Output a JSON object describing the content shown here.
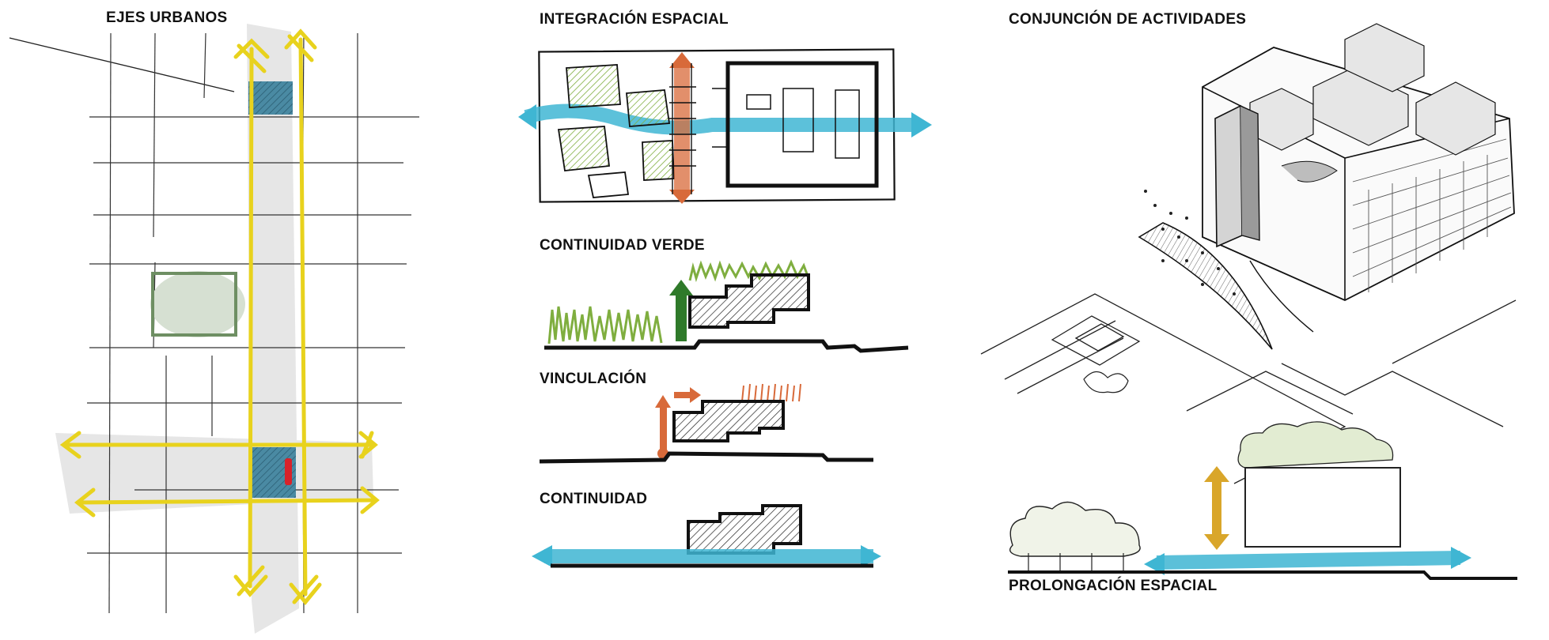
{
  "labels": {
    "ejes_urbanos": "EJES URBANOS",
    "integracion_espacial": "INTEGRACIÓN ESPACIAL",
    "continuidad_verde": "CONTINUIDAD VERDE",
    "vinculacion": "VINCULACIÓN",
    "continuidad": "CONTINUIDAD",
    "conjuncion_actividades": "CONJUNCIÓN DE ACTIVIDADES",
    "prolongacion_espacial": "PROLONGACIÓN ESPACIAL"
  },
  "colors": {
    "axis_yellow": "#e8d21d",
    "water_blue": "#3fb6d3",
    "green": "#7fae3f",
    "dark_green": "#2f7a2a",
    "orange": "#d86a3a",
    "gold": "#d9a62a",
    "block_blue": "#3f7f98",
    "red": "#d8222a",
    "ink": "#111111"
  }
}
